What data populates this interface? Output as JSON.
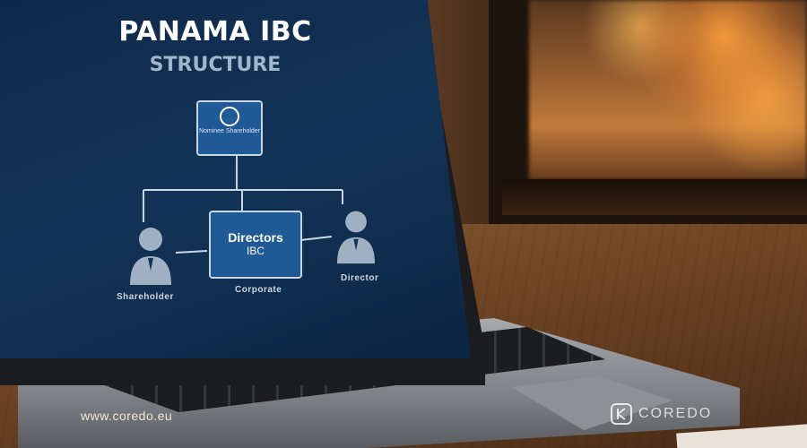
{
  "screen": {
    "title": "PANAMA IBC",
    "subtitle": "STRUCTURE",
    "top_box_text": "Nominee Shareholder",
    "mid_box_line1": "Directors",
    "mid_box_line2": "IBC",
    "caption_left": "Shareholder",
    "caption_mid": "Corporate",
    "caption_right": "Director"
  },
  "watermarks": {
    "website": "www.coredo.eu",
    "brand": "COREDO"
  },
  "colors": {
    "screen_bg": "#123356",
    "box_fill": "#1f5a96",
    "line": "#c9d6e3"
  },
  "icons": [
    "person-icon",
    "company-logo-icon",
    "coredo-logo-icon"
  ]
}
